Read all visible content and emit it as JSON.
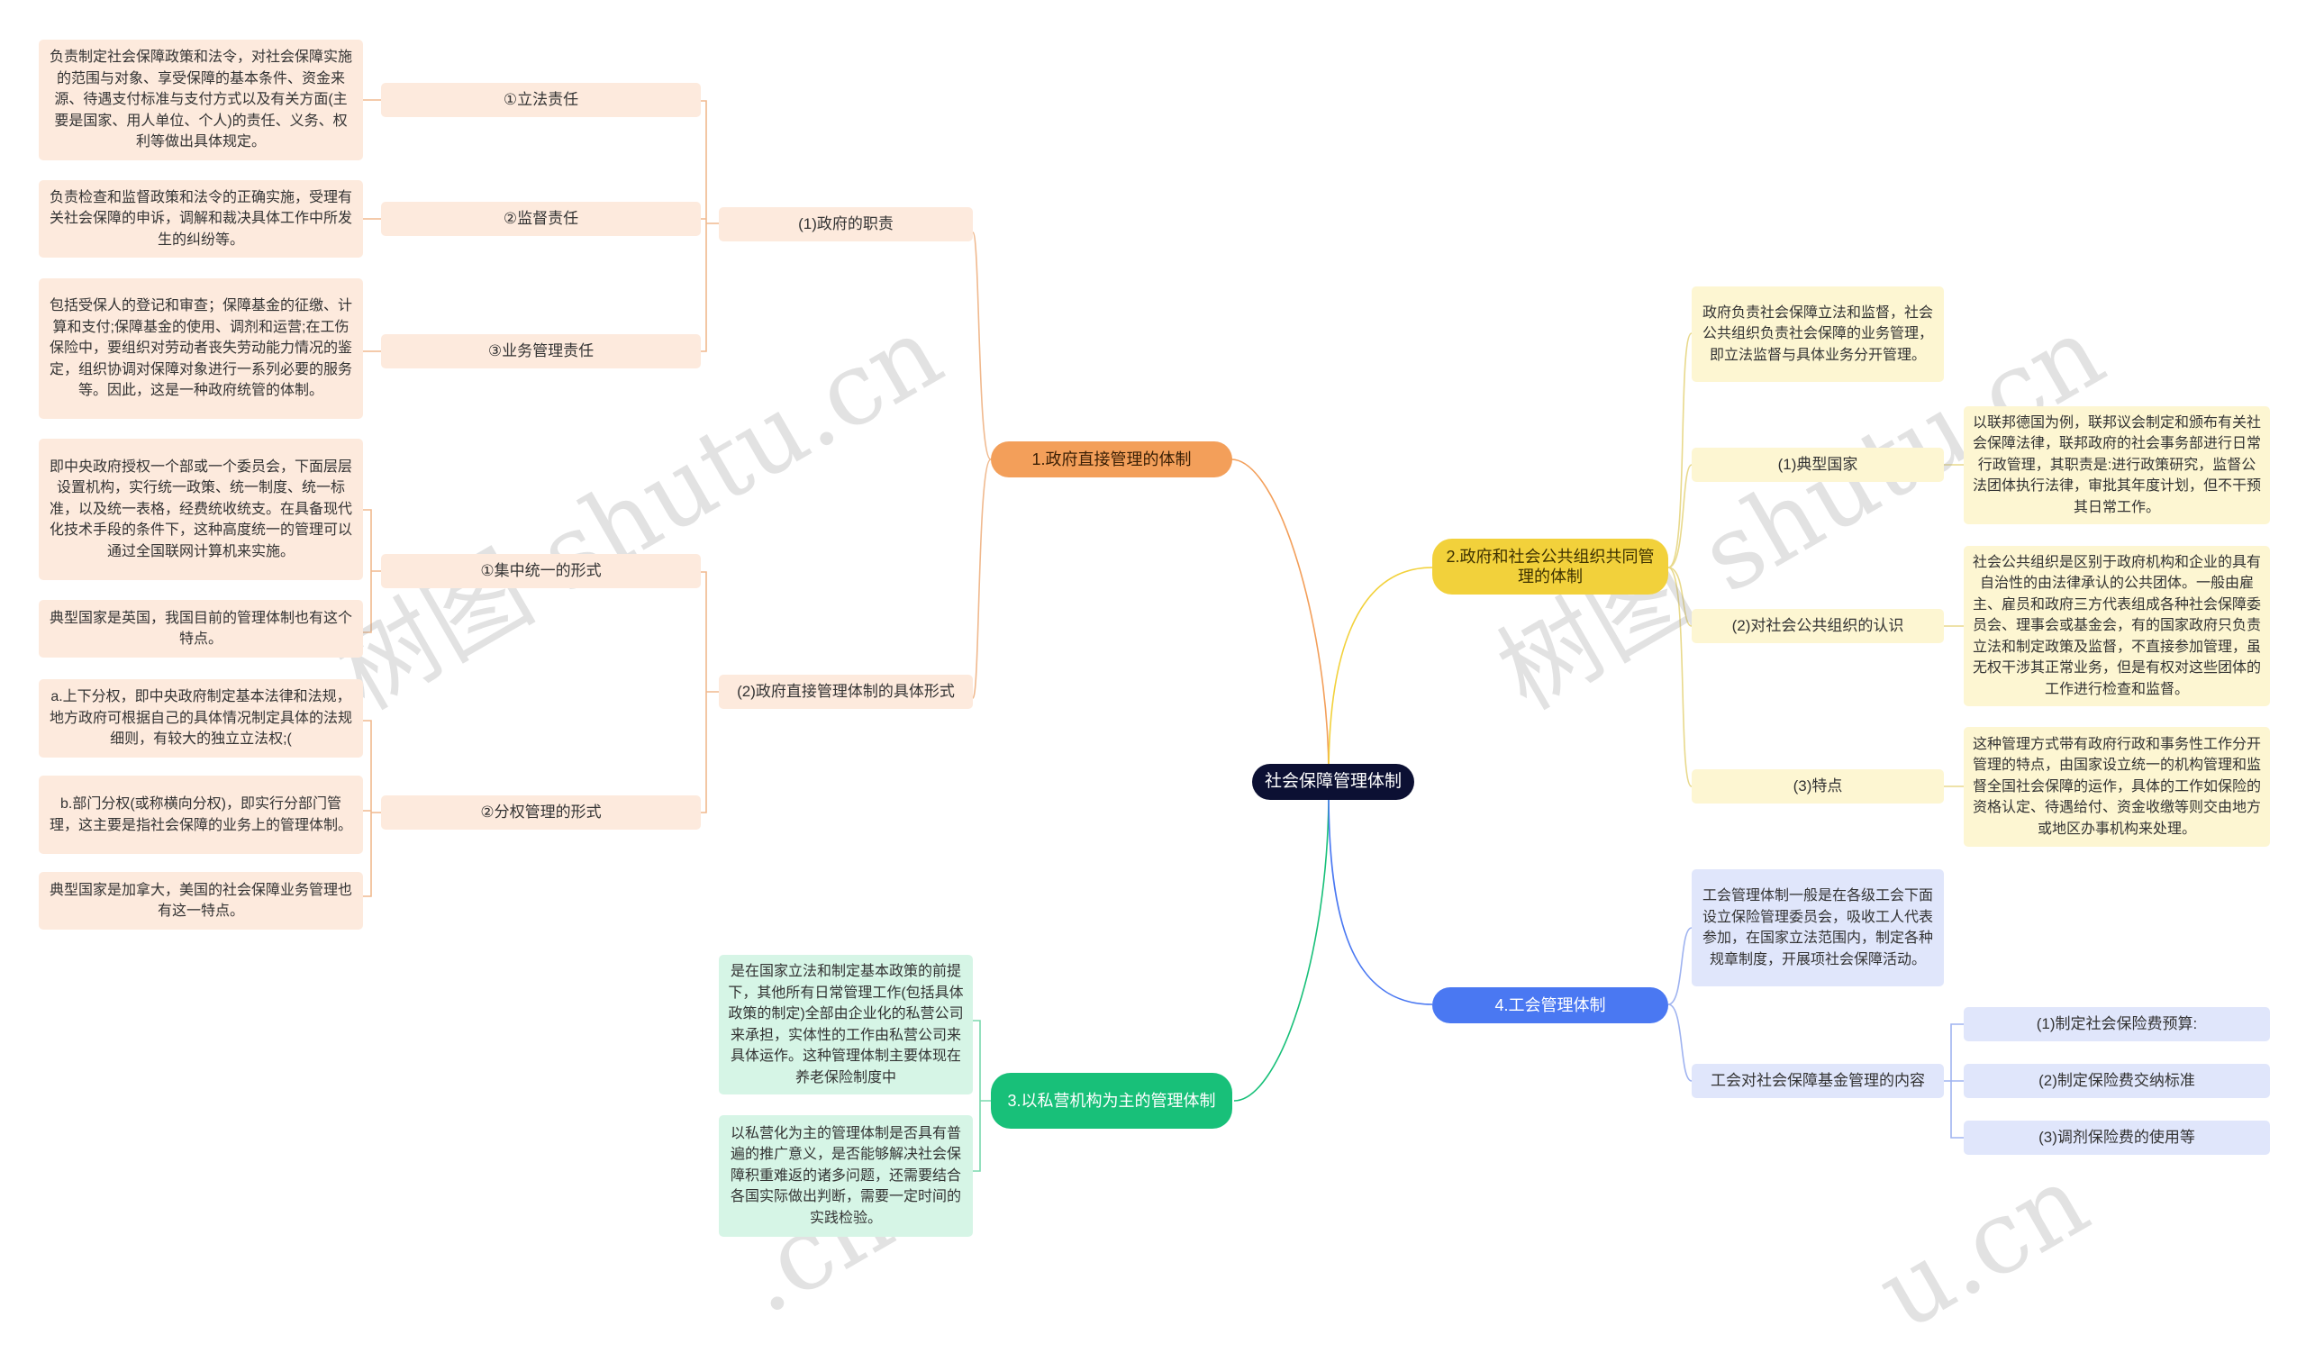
{
  "root": "社会保障管理体制",
  "branch1": {
    "title": "1.政府直接管理的体制",
    "g1": {
      "label": "(1)政府的职责",
      "c1": {
        "label": "①立法责任",
        "desc": "负责制定社会保障政策和法令，对社会保障实施的范围与对象、享受保障的基本条件、资金来源、待遇支付标准与支付方式以及有关方面(主要是国家、用人单位、个人)的责任、义务、权利等做出具体规定。"
      },
      "c2": {
        "label": "②监督责任",
        "desc": "负责检查和监督政策和法令的正确实施，受理有关社会保障的申诉，调解和裁决具体工作中所发生的纠纷等。"
      },
      "c3": {
        "label": "③业务管理责任",
        "desc": "包括受保人的登记和审查；保障基金的征缴、计算和支付;保障基金的使用、调剂和运营;在工伤保险中，要组织对劳动者丧失劳动能力情况的鉴定，组织协调对保障对象进行一系列必要的服务等。因此，这是一种政府统管的体制。"
      }
    },
    "g2": {
      "label": "(2)政府直接管理体制的具体形式",
      "c1": {
        "label": "①集中统一的形式",
        "desc1": "即中央政府授权一个部或一个委员会，下面层层设置机构，实行统一政策、统一制度、统一标准，以及统一表格，经费统收统支。在具备现代化技术手段的条件下，这种高度统一的管理可以通过全国联网计算机来实施。",
        "desc2": "典型国家是英国，我国目前的管理体制也有这个特点。"
      },
      "c2": {
        "label": "②分权管理的形式",
        "desc1": "a.上下分权，即中央政府制定基本法律和法规，地方政府可根据自己的具体情况制定具体的法规细则，有较大的独立立法权;(",
        "desc2": "b.部门分权(或称横向分权)，即实行分部门管理，这主要是指社会保障的业务上的管理体制。",
        "desc3": "典型国家是加拿大，美国的社会保障业务管理也有这一特点。"
      }
    }
  },
  "branch2": {
    "title": "2.政府和社会公共组织共同管理的体制",
    "intro": "政府负责社会保障立法和监督，社会公共组织负责社会保障的业务管理，即立法监督与具体业务分开管理。",
    "c1": {
      "label": "(1)典型国家",
      "desc": "以联邦德国为例，联邦议会制定和颁布有关社会保障法律，联邦政府的社会事务部进行日常行政管理，其职责是:进行政策研究，监督公法团体执行法律，审批其年度计划，但不干预其日常工作。"
    },
    "c2": {
      "label": "(2)对社会公共组织的认识",
      "desc": "社会公共组织是区别于政府机构和企业的具有自治性的由法律承认的公共团体。一般由雇主、雇员和政府三方代表组成各种社会保障委员会、理事会或基金会，有的国家政府只负责立法和制定政策及监督，不直接参加管理，虽无权干涉其正常业务，但是有权对这些团体的工作进行检查和监督。"
    },
    "c3": {
      "label": "(3)特点",
      "desc": "这种管理方式带有政府行政和事务性工作分开管理的特点，由国家设立统一的机构管理和监督全国社会保障的运作，具体的工作如保险的资格认定、待遇给付、资金收缴等则交由地方或地区办事机构来处理。"
    }
  },
  "branch3": {
    "title": "3.以私营机构为主的管理体制",
    "desc1": "是在国家立法和制定基本政策的前提下，其他所有日常管理工作(包括具体政策的制定)全部由企业化的私营公司来承担，实体性的工作由私营公司来具体运作。这种管理体制主要体现在养老保险制度中",
    "desc2": "以私营化为主的管理体制是否具有普遍的推广意义，是否能够解决社会保障积重难返的诸多问题，还需要结合各国实际做出判断，需要一定时间的实践检验。"
  },
  "branch4": {
    "title": "4.工会管理体制",
    "intro": "工会管理体制一般是在各级工会下面设立保险管理委员会，吸收工人代表参加，在国家立法范围内，制定各种规章制度，开展项社会保障活动。",
    "sub": {
      "label": "工会对社会保障基金管理的内容",
      "i1": "(1)制定社会保险费预算:",
      "i2": "(2)制定保险费交纳标准",
      "i3": "(3)调剂保险费的使用等"
    }
  },
  "watermark": [
    "树图 shutu.cn",
    "树图 shutu.cn",
    ".cn",
    "u.cn"
  ],
  "colors": {
    "orange": "#f39f5a",
    "yellow": "#f2d13b",
    "green": "#18c079",
    "blue": "#4a78f2",
    "root": "#0c1033"
  }
}
